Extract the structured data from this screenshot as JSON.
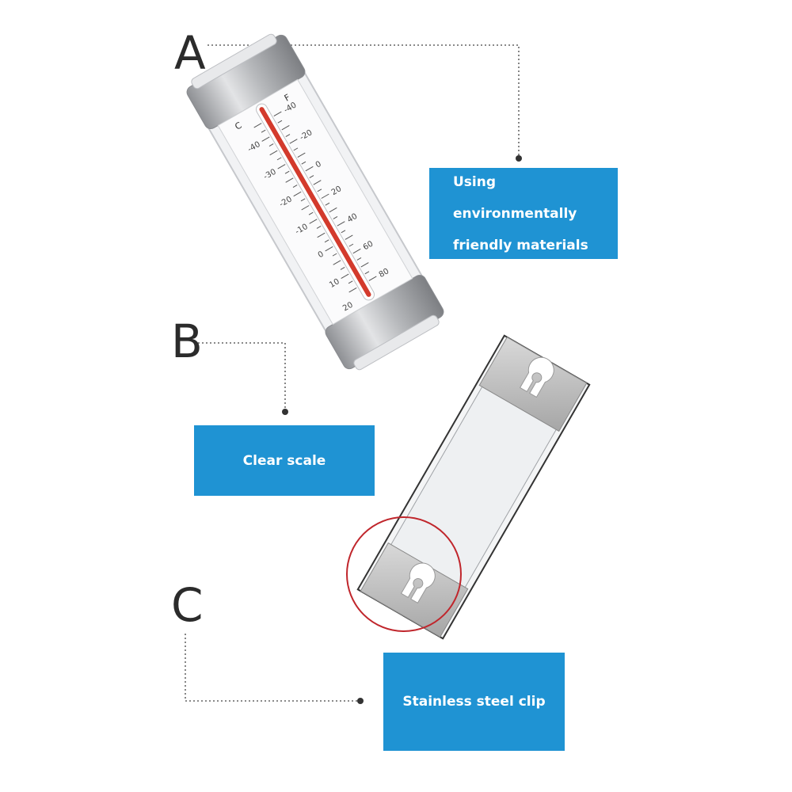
{
  "labels": {
    "a": "A",
    "b": "B",
    "c": "C"
  },
  "callouts": {
    "a_line1": "Using environmentally",
    "a_line2": "friendly materials",
    "b": "Clear scale",
    "c": "Stainless steel clip"
  },
  "scale": {
    "unit_f": "F",
    "unit_c": "C",
    "f_ticks": [
      "-40",
      "-20",
      "0",
      "20",
      "40",
      "60",
      "80"
    ],
    "c_ticks": [
      "-40",
      "-30",
      "-20",
      "-10",
      "0",
      "10",
      "20"
    ]
  },
  "colors": {
    "callout_box": "#1f93d3",
    "highlight_ring": "#c0262c",
    "mercury": "#d33a2c"
  }
}
